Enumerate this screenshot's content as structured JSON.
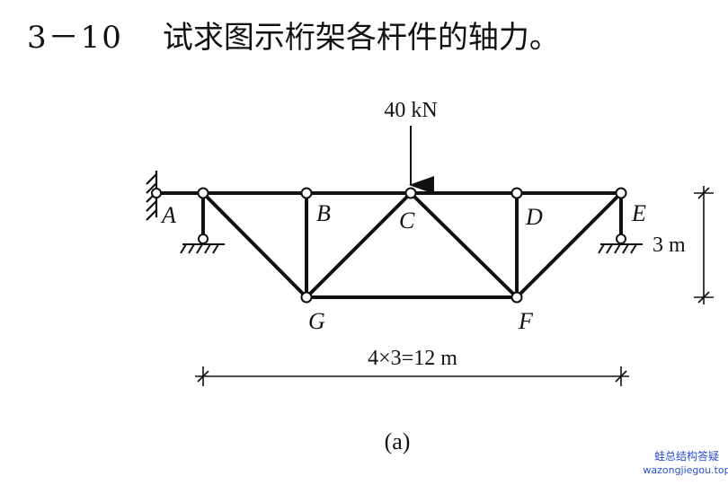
{
  "problem": {
    "number": "3－10",
    "statement": "试求图示桁架各杆件的轴力。"
  },
  "figure": {
    "load_label": "40 kN",
    "nodes": [
      "A",
      "B",
      "C",
      "D",
      "E",
      "G",
      "F"
    ],
    "height_label": "3 m",
    "span_label": "4×3=12 m",
    "caption": "(a)"
  },
  "watermark": {
    "line1": "蛙总结构答疑",
    "line2": "wazongjiegou.top"
  }
}
